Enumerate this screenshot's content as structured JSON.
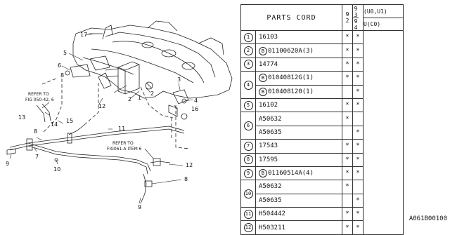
{
  "diagram": {
    "callouts": [
      "1",
      "2",
      "3",
      "4",
      "5",
      "6",
      "7",
      "8",
      "9",
      "10",
      "11",
      "12",
      "13",
      "14",
      "15",
      "16",
      "17"
    ],
    "refer_fig": [
      "REFER TO",
      "FIG 050-42, 6"
    ],
    "refer_item": [
      "REFER TO",
      "FIG061-A ITEM 6"
    ]
  },
  "table": {
    "header_title": "PARTS CORD",
    "header_col": "92",
    "header_col2": [
      "93",
      "94"
    ],
    "header_models": [
      "(U0,U1)",
      "U(C0)"
    ],
    "rows": [
      {
        "no": "1",
        "part": "16103",
        "b": false,
        "m1": "*",
        "m2": "*"
      },
      {
        "no": "2",
        "part": "01100620A(3)",
        "b": true,
        "m1": "*",
        "m2": "*"
      },
      {
        "no": "3",
        "part": "14774",
        "b": false,
        "m1": "*",
        "m2": "*"
      },
      {
        "no": "4",
        "part": "01040812G(1)",
        "b": true,
        "m1": "*",
        "m2": "*"
      },
      {
        "no": "",
        "part": "010408120(1)",
        "b": true,
        "m1": "",
        "m2": "*"
      },
      {
        "no": "5",
        "part": "16102",
        "b": false,
        "m1": "*",
        "m2": "*"
      },
      {
        "no": "6",
        "part": "A50632",
        "b": false,
        "m1": "*",
        "m2": ""
      },
      {
        "no": "",
        "part": "A50635",
        "b": false,
        "m1": "",
        "m2": "*"
      },
      {
        "no": "7",
        "part": "17543",
        "b": false,
        "m1": "*",
        "m2": "*"
      },
      {
        "no": "8",
        "part": "17595",
        "b": false,
        "m1": "*",
        "m2": "*"
      },
      {
        "no": "9",
        "part": "01160514A(4)",
        "b": true,
        "m1": "*",
        "m2": "*"
      },
      {
        "no": "10",
        "part": "A50632",
        "b": false,
        "m1": "*",
        "m2": ""
      },
      {
        "no": "",
        "part": "A50635",
        "b": false,
        "m1": "",
        "m2": "*"
      },
      {
        "no": "11",
        "part": "H504442",
        "b": false,
        "m1": "*",
        "m2": "*"
      },
      {
        "no": "12",
        "part": "H503211",
        "b": false,
        "m1": "*",
        "m2": "*"
      }
    ],
    "b_symbol": "B"
  },
  "catalog_code": "A061B00100"
}
